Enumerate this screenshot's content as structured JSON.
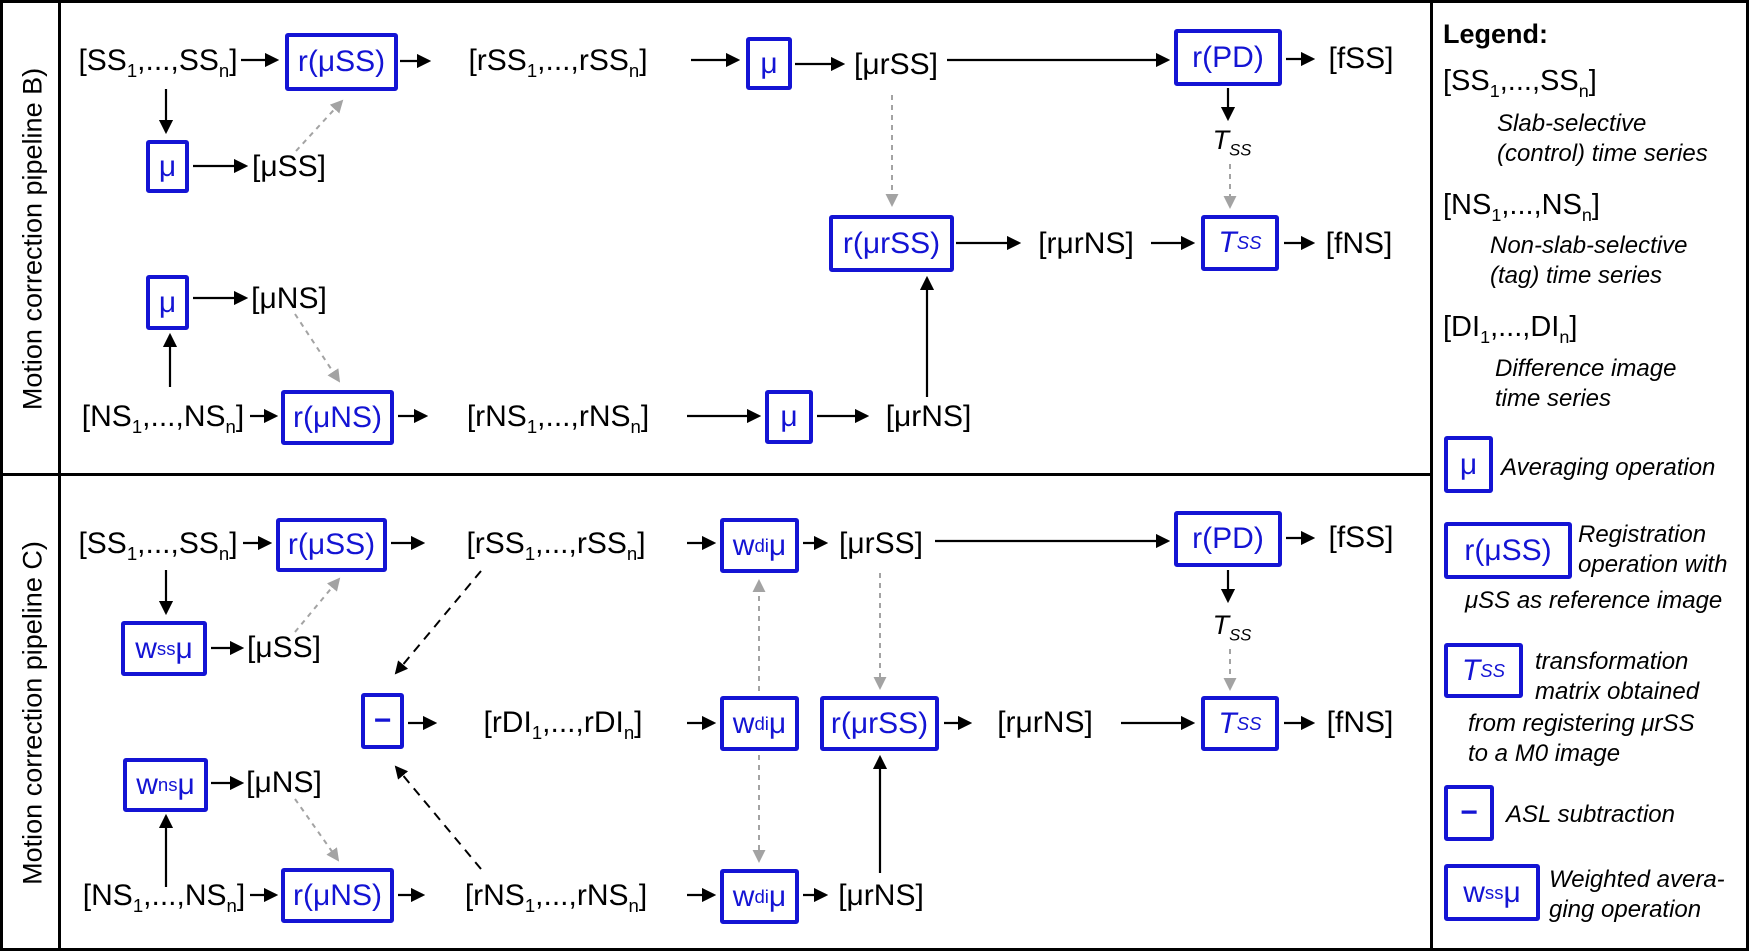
{
  "colors": {
    "accent_blue": "#1414d4",
    "arrow_gray": "#a3a3a3",
    "line_black": "#000000",
    "background": "#ffffff"
  },
  "panels": {
    "b_label": "Motion correction pipeline B)",
    "c_label": "Motion correction pipeline C)"
  },
  "pipeline_b": {
    "ss_series": "[SS{1},...,SS{n}]",
    "r_muss": "r(μSS)",
    "rss_series": "[rSS{1},...,rSS{n}]",
    "mu_1": "μ",
    "murss": "[μrSS]",
    "r_pd": "r(PD)",
    "fss": "[fSS]",
    "mu_2": "μ",
    "muss_out": "[μSS]",
    "tss_label": "T{SS}",
    "r_murss": "r(μrSS)",
    "rmurns": "[rμrNS]",
    "tss_box": "T{SS}",
    "fns": "[fNS]",
    "mu_3": "μ",
    "muns_out": "[μNS]",
    "ns_series": "[NS{1},...,NS{n}]",
    "r_muns": "r(μNS)",
    "rns_series": "[rNS{1},...,rNS{n}]",
    "mu_4": "μ",
    "murns": "[μrNS]"
  },
  "pipeline_c": {
    "ss_series": "[SS{1},...,SS{n}]",
    "r_muss": "r(μSS)",
    "rss_series": "[rSS{1},...,rSS{n}]",
    "wdi_1": "w{di}μ",
    "murss": "[μrSS]",
    "r_pd": "r(PD)",
    "fss": "[fSS]",
    "wss": "w{ss}μ",
    "muss_out": "[μSS]",
    "minus": "−",
    "rdi_series": "[rDI{1},...,rDI{n}]",
    "wdi_2": "w{di}μ",
    "r_murss": "r(μrSS)",
    "rmurns": "[rμrNS]",
    "tss_label": "T{SS}",
    "tss_box": "T{SS}",
    "fns": "[fNS]",
    "wns": "w{ns}μ",
    "muns_out": "[μNS]",
    "ns_series": "[NS{1},...,NS{n}]",
    "r_muns": "r(μNS)",
    "rns_series": "[rNS{1},...,rNS{n}]",
    "wdi_3": "w{di}μ",
    "murns": "[μrNS]"
  },
  "legend": {
    "title": "Legend:",
    "items": [
      {
        "term": "[SS{1},...,SS{n}]",
        "desc": "Slab-selective\n(control) time series"
      },
      {
        "term": "[NS{1},...,NS{n}]",
        "desc": "Non-slab-selective\n(tag) time series"
      },
      {
        "term": "[DI{1},...,DI{n}]",
        "desc": "Difference image\ntime series"
      },
      {
        "box": "μ",
        "desc": "Averaging operation"
      },
      {
        "box": "r(μSS)",
        "desc_right": "Registration\noperation with",
        "desc_below": "μSS as reference image"
      },
      {
        "box": "T{SS}",
        "desc_right": "transformation\nmatrix obtained",
        "desc_below": "from registering μrSS\nto a M0 image"
      },
      {
        "box": "−",
        "desc": "ASL subtraction"
      },
      {
        "box": "w{ss}μ",
        "desc": "Weighted avera-\nging operation"
      }
    ]
  }
}
